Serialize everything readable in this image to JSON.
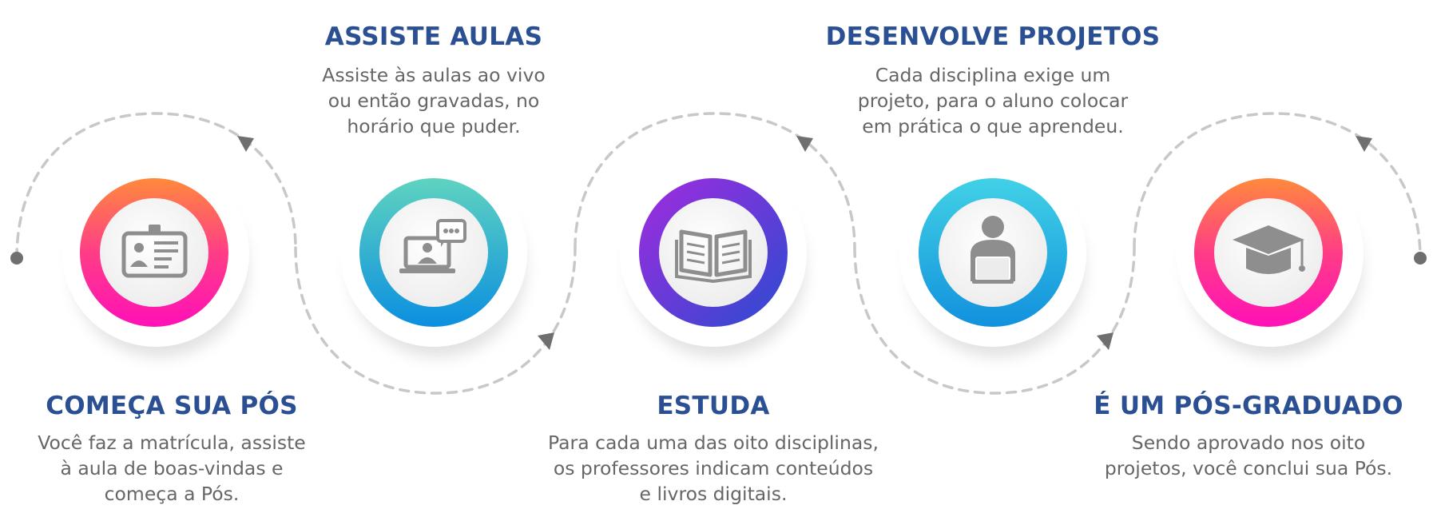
{
  "colors": {
    "title": "#2a4f92",
    "text": "#666666",
    "path": "#c8c8c8",
    "icon": "#8e8e8e",
    "ring_orange_pink": [
      "#ff8a3c",
      "#ff1fa0"
    ],
    "ring_teal_blue": [
      "#5fd3c0",
      "#0b8fe0"
    ],
    "ring_purple_blue": [
      "#a22bdf",
      "#2b4bd0"
    ],
    "ring_cyan_blue": [
      "#41d1e6",
      "#1291dd"
    ]
  },
  "steps": [
    {
      "title": "COMEÇA SUA PÓS",
      "description": [
        "Você faz a matrícula, assiste",
        "à aula de boas-vindas e",
        "começa a Pós."
      ],
      "icon": "id-card-icon"
    },
    {
      "title": "ASSISTE AULAS",
      "description": [
        "Assiste às aulas ao vivo",
        "ou então gravadas, no",
        "horário que puder."
      ],
      "icon": "video-lesson-icon"
    },
    {
      "title": "ESTUDA",
      "description": [
        "Para cada uma das oito disciplinas,",
        "os professores indicam conteúdos",
        "e livros digitais."
      ],
      "icon": "open-book-icon"
    },
    {
      "title": "DESENVOLVE PROJETOS",
      "description": [
        "Cada disciplina exige um",
        "projeto, para o aluno colocar",
        "em prática o que aprendeu."
      ],
      "icon": "person-laptop-icon"
    },
    {
      "title": "É UM PÓS-GRADUADO",
      "description": [
        "Sendo aprovado nos oito",
        "projetos, você conclui sua Pós."
      ],
      "icon": "graduation-cap-icon"
    }
  ]
}
